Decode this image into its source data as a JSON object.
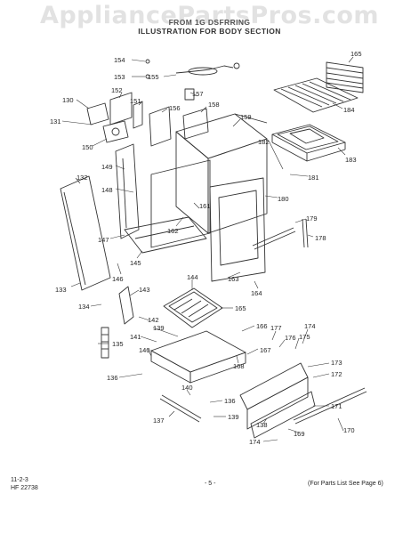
{
  "watermark": "AppliancePartsPros.com",
  "header": {
    "line1": "FROM 1G DSFRRING",
    "line2": "ILLUSTRATION FOR BODY SECTION"
  },
  "callouts": [
    "154",
    "153",
    "155",
    "165",
    "130",
    "152",
    "151",
    "157",
    "156",
    "158",
    "159",
    "131",
    "184",
    "150",
    "182",
    "183",
    "149",
    "132",
    "181",
    "148",
    "180",
    "161",
    "179",
    "162",
    "178",
    "147",
    "145",
    "146",
    "133",
    "144",
    "163",
    "164",
    "143",
    "134",
    "165",
    "142",
    "166",
    "139",
    "177",
    "174",
    "176",
    "175",
    "141",
    "135",
    "140",
    "173",
    "136",
    "167",
    "168",
    "172",
    "140",
    "136",
    "171",
    "137",
    "139",
    "138",
    "170",
    "174",
    "169"
  ],
  "footer": {
    "code_line1": "11-2-3",
    "code_line2": "HF 22738",
    "page": "- 5 -",
    "note": "(For Parts List See Page 6)"
  }
}
